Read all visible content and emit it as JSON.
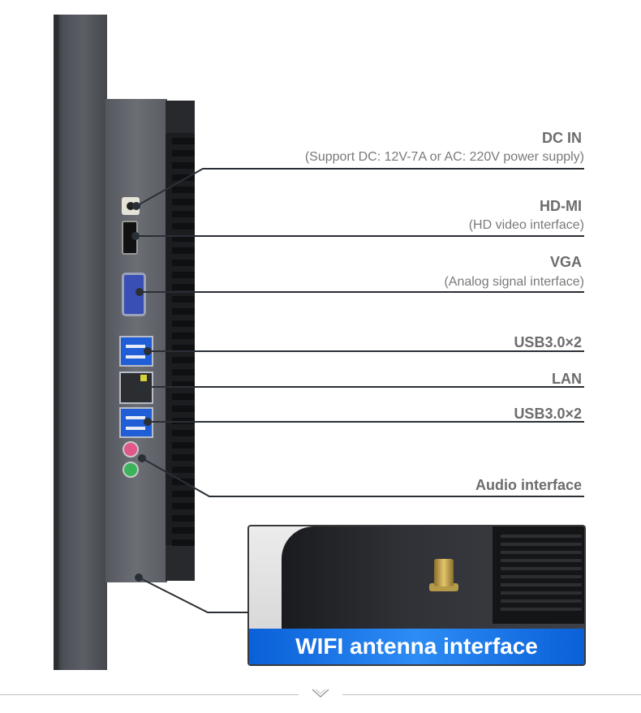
{
  "colors": {
    "label_gray": "#6c6c6c",
    "banner_blue": "#1f77ec",
    "line_dark": "#2a2f36"
  },
  "callouts": [
    {
      "title": "DC IN",
      "subtitle": "(Support DC: 12V-7A or AC: 220V power supply)"
    },
    {
      "title": "HD-MI",
      "subtitle": "(HD video interface)"
    },
    {
      "title": "VGA",
      "subtitle": "(Analog signal interface)"
    },
    {
      "title": "USB3.0×2"
    },
    {
      "title": "LAN"
    },
    {
      "title": "USB3.0×2"
    },
    {
      "title": "Audio interface"
    }
  ],
  "inset": {
    "banner": "WIFI antenna interface"
  },
  "icons": {
    "divider_chevron": "chevron-down-icon"
  }
}
